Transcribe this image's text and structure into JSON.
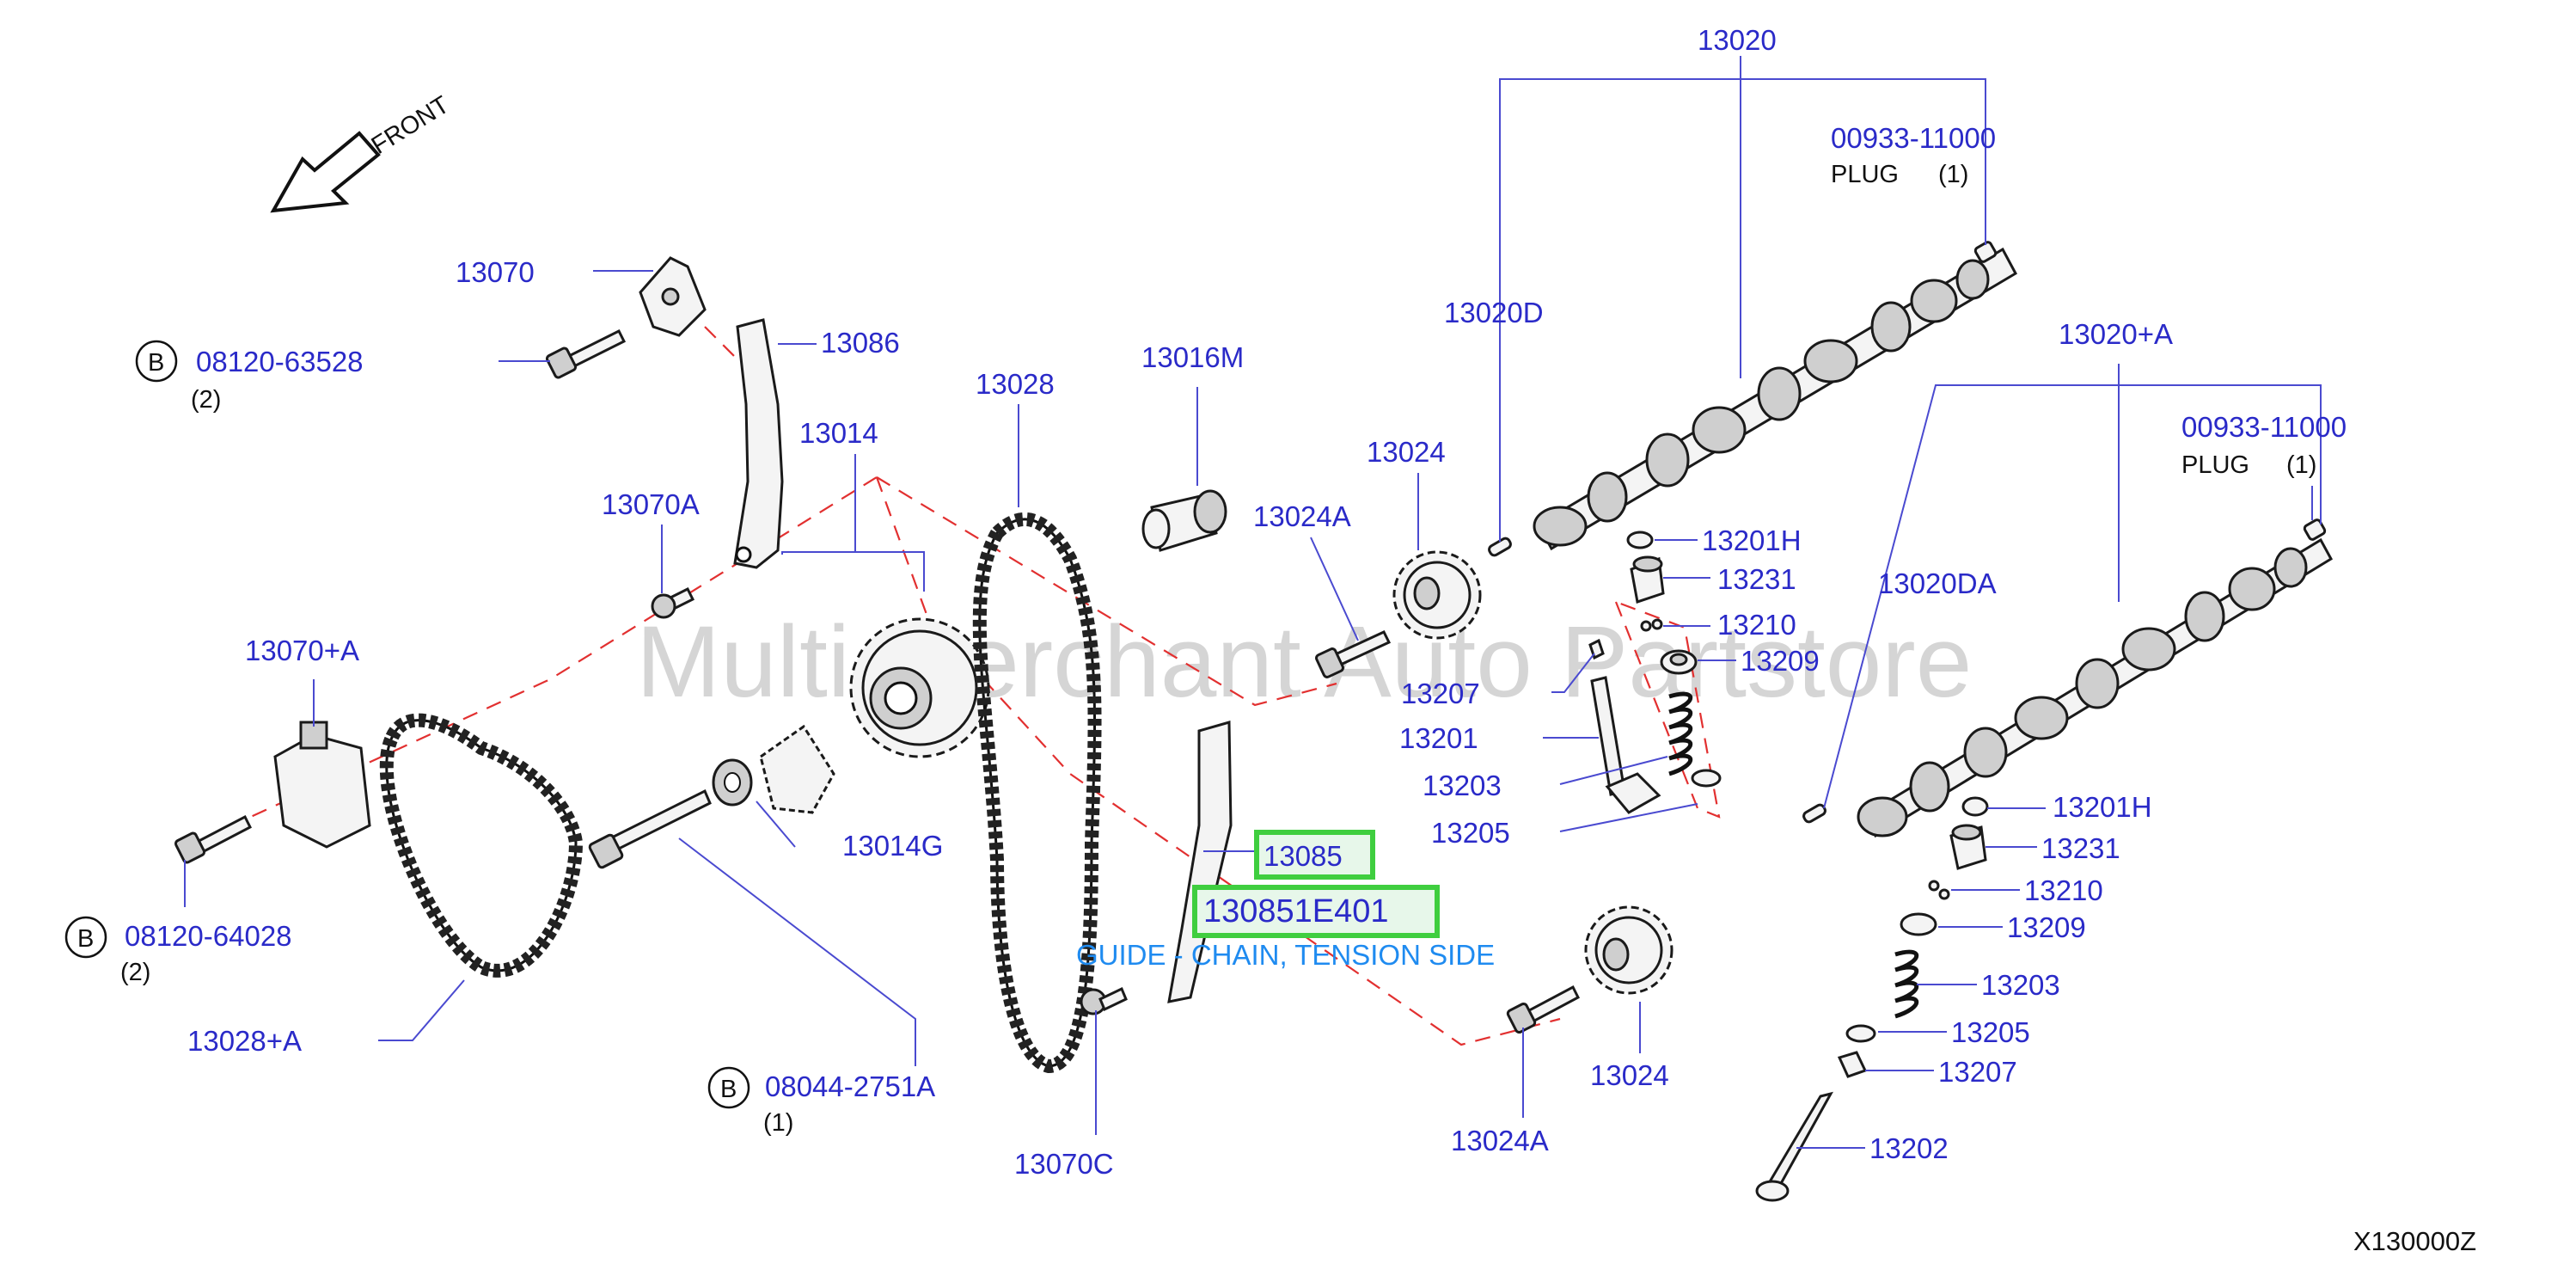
{
  "watermark": "Multi Merchant Auto Partstore",
  "front_label": "FRONT",
  "diagram_code": "X130000Z",
  "highlight": {
    "part_number": "13085",
    "oem_number": "130851E401",
    "description": "GUIDE - CHAIN, TENSION SIDE"
  },
  "callouts": {
    "b": "B",
    "bolt_63528": "08120-63528",
    "bolt_63528_qty": "(2)",
    "bolt_64028": "08120-64028",
    "bolt_64028_qty": "(2)",
    "bolt_2751a": "08044-2751A",
    "bolt_2751a_qty": "(1)"
  },
  "labels": {
    "p13020": "13020",
    "p00933_a": "00933-11000",
    "plug_a": "PLUG",
    "plug_a_qty": "(1)",
    "p13020D": "13020D",
    "p13020A": "13020+A",
    "p00933_b": "00933-11000",
    "plug_b": "PLUG",
    "plug_b_qty": "(1)",
    "p13020DA": "13020DA",
    "p13070": "13070",
    "p13086": "13086",
    "p13014": "13014",
    "p13028": "13028",
    "p13016M": "13016M",
    "p13024_top": "13024",
    "p13024A_top": "13024A",
    "p13070A": "13070A",
    "p13070plusA": "13070+A",
    "p13014G": "13014G",
    "p13028plusA": "13028+A",
    "p13070C": "13070C",
    "p13024A_bottom": "13024A",
    "p13024_bottom": "13024",
    "p13201H_l": "13201H",
    "p13231_l": "13231",
    "p13210_l": "13210",
    "p13209_l": "13209",
    "p13207_l": "13207",
    "p13201": "13201",
    "p13203_l": "13203",
    "p13205_l": "13205",
    "p13201H_r": "13201H",
    "p13231_r": "13231",
    "p13210_r": "13210",
    "p13209_r": "13209",
    "p13203_r": "13203",
    "p13205_r": "13205",
    "p13207_r": "13207",
    "p13202": "13202"
  }
}
